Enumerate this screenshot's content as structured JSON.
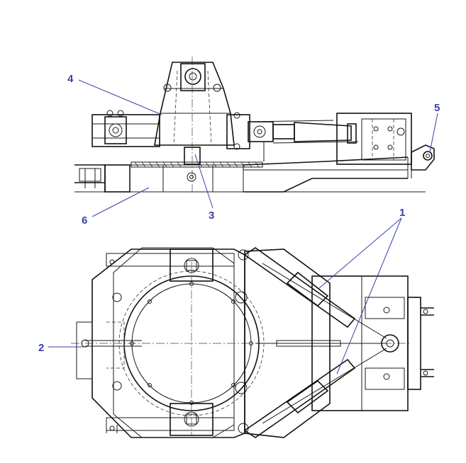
{
  "colors": {
    "accent": "#3a3fa8",
    "line": "#1a1a1a"
  },
  "callouts": [
    {
      "id": "1",
      "text": "1"
    },
    {
      "id": "2",
      "text": "2"
    },
    {
      "id": "3",
      "text": "3"
    },
    {
      "id": "4",
      "text": "4"
    },
    {
      "id": "5",
      "text": "5"
    },
    {
      "id": "6",
      "text": "6"
    }
  ]
}
